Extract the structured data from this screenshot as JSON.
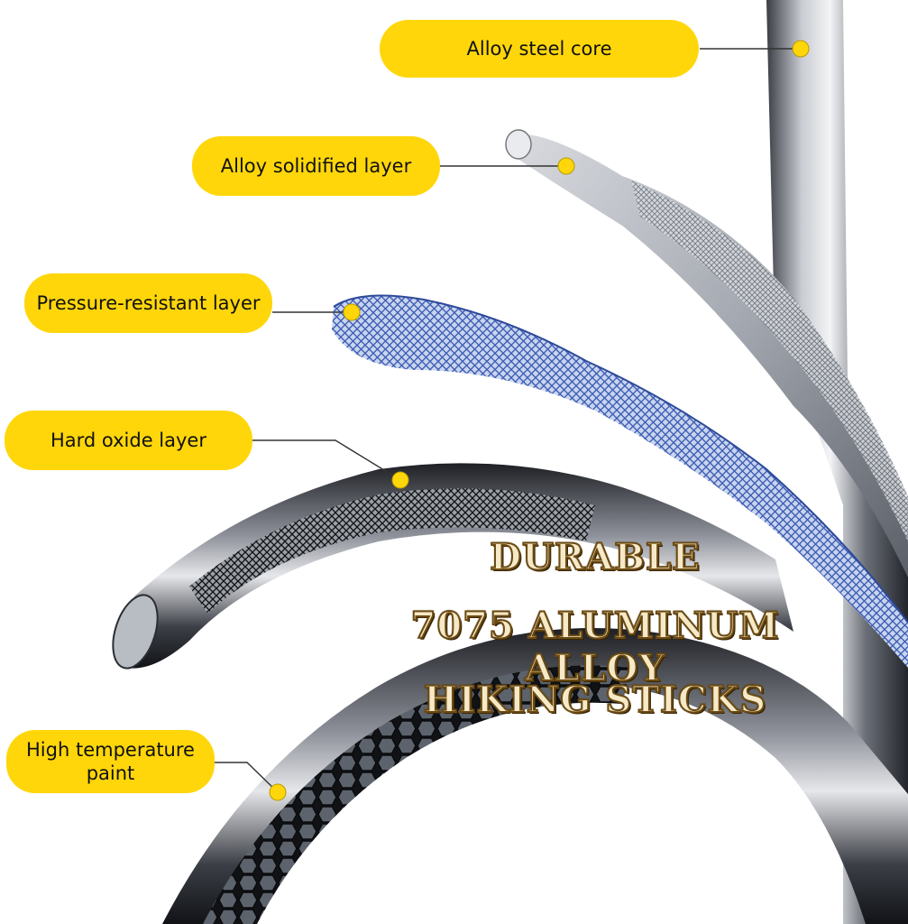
{
  "callouts": {
    "alloy_steel_core": "Alloy steel core",
    "alloy_solidified_layer": "Alloy solidified layer",
    "pressure_resistant_layer": "Pressure-resistant layer",
    "hard_oxide_layer": "Hard oxide layer",
    "high_temperature_paint_line1": "High temperature",
    "high_temperature_paint_line2": "paint"
  },
  "headline": {
    "line1": "DURABLE",
    "line2": "7075 ALUMINUM ALLOY",
    "line3": "HIKING STICKS"
  },
  "colors": {
    "callout_fill": "#FFD60A",
    "marker": "#FFD60A",
    "headline_fill": "#F5E9C8",
    "headline_outline": "#6B4A12",
    "mesh_blue": "#3F5FB5"
  }
}
